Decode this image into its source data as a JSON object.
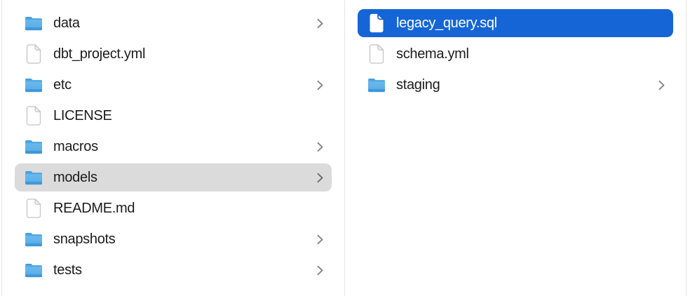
{
  "view": "finder-column-browser",
  "columns": [
    {
      "name": "models-parent-column",
      "items": [
        {
          "label": "data",
          "type": "folder",
          "selected": false,
          "has_chevron": true
        },
        {
          "label": "dbt_project.yml",
          "type": "file",
          "selected": false,
          "has_chevron": false
        },
        {
          "label": "etc",
          "type": "folder",
          "selected": false,
          "has_chevron": true
        },
        {
          "label": "LICENSE",
          "type": "file",
          "selected": false,
          "has_chevron": false
        },
        {
          "label": "macros",
          "type": "folder",
          "selected": false,
          "has_chevron": true
        },
        {
          "label": "models",
          "type": "folder",
          "selected": true,
          "selection_style": "inactive-gray",
          "has_chevron": true
        },
        {
          "label": "README.md",
          "type": "file",
          "selected": false,
          "has_chevron": false
        },
        {
          "label": "snapshots",
          "type": "folder",
          "selected": false,
          "has_chevron": true
        },
        {
          "label": "tests",
          "type": "folder",
          "selected": false,
          "has_chevron": true
        }
      ]
    },
    {
      "name": "models-contents-column",
      "items": [
        {
          "label": "legacy_query.sql",
          "type": "file",
          "selected": true,
          "selection_style": "active-blue",
          "has_chevron": false
        },
        {
          "label": "schema.yml",
          "type": "file",
          "selected": false,
          "has_chevron": false
        },
        {
          "label": "staging",
          "type": "folder",
          "selected": false,
          "has_chevron": true
        }
      ]
    }
  ],
  "colors": {
    "selection_active_blue": "#1565d6",
    "selection_inactive_gray": "#dbdbdb",
    "text": "#1c1c1e",
    "selected_text": "#ffffff",
    "column_divider": "#e4e4e4",
    "chevron_gray": "#86868b",
    "folder_blue_top": "#6ebced",
    "folder_blue_bottom": "#55aae6",
    "folder_blue_band": "#3e97da",
    "folder_blue_tab": "#449dde",
    "document_border": "#c9c9c9"
  },
  "icons": {
    "folder": "folder-icon",
    "file": "document-icon",
    "disclosure": "chevron-right-icon"
  }
}
